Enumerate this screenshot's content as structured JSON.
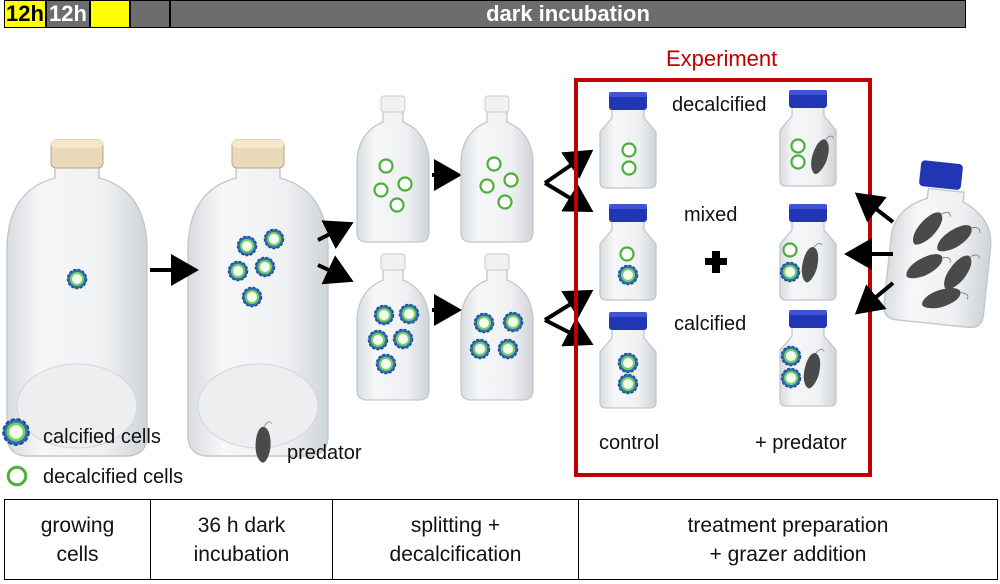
{
  "timeline": {
    "segments": [
      {
        "label": "12h",
        "color": "#ffff00"
      },
      {
        "label": "12h",
        "color": "#6d6d6d"
      },
      {
        "label": "",
        "color": "#ffff00"
      },
      {
        "label": "",
        "color": "#6d6d6d"
      },
      {
        "label": "dark incubation",
        "color": "#6d6d6d"
      }
    ]
  },
  "experiment": {
    "title": "Experiment",
    "border_color": "#c00000",
    "rows": [
      "decalcified",
      "mixed",
      "calcified"
    ],
    "columns": [
      "control",
      "+ predator"
    ]
  },
  "legend": {
    "calcified_label": "calcified cells",
    "decalcified_label": "decalcified cells",
    "predator_label": "predator"
  },
  "colors": {
    "calcified_ring": "#2f6fb8",
    "decalcified_ring": "#4caf3a",
    "cap_blue": "#2136b5",
    "predator": "#4a4a4a",
    "arrow": "#000000"
  },
  "stages": [
    "growing\ncells",
    "36 h dark\nincubation",
    "splitting +\ndecalcification",
    "treatment preparation\n+ grazer addition"
  ]
}
